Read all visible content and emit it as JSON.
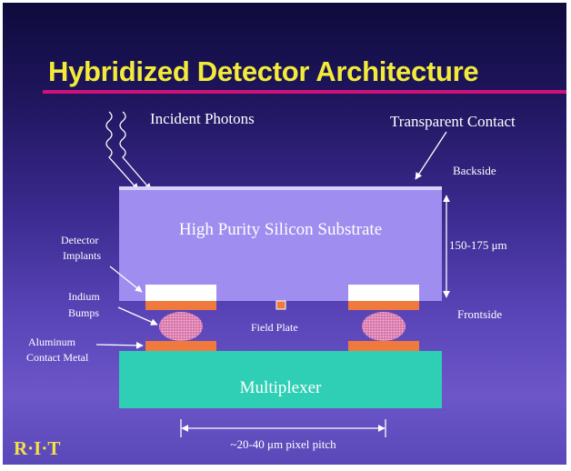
{
  "slide": {
    "title": "Hybridized Detector Architecture",
    "logo_text": "R·I·T"
  },
  "labels": {
    "incident_photons": "Incident Photons",
    "transparent_contact": "Transparent Contact",
    "backside": "Backside",
    "substrate": "High Purity Silicon Substrate",
    "thickness": "150-175 μm",
    "frontside": "Frontside",
    "detector_implants_1": "Detector",
    "detector_implants_2": "Implants",
    "indium_bumps_1": "Indium",
    "indium_bumps_2": "Bumps",
    "aluminum_contact_1": "Aluminum",
    "aluminum_contact_2": "Contact Metal",
    "field_plate": "Field Plate",
    "multiplexer": "Multiplexer",
    "pixel_pitch": "~20-40 μm pixel pitch"
  },
  "colors": {
    "title": "#f3eb3a",
    "title_underline": "#d1127a",
    "substrate": "#9f8ef0",
    "multiplexer": "#2fcfb6",
    "implant": "#ffffff",
    "metal_pad": "#f07a3e",
    "indium_bump": "#d978ad"
  }
}
